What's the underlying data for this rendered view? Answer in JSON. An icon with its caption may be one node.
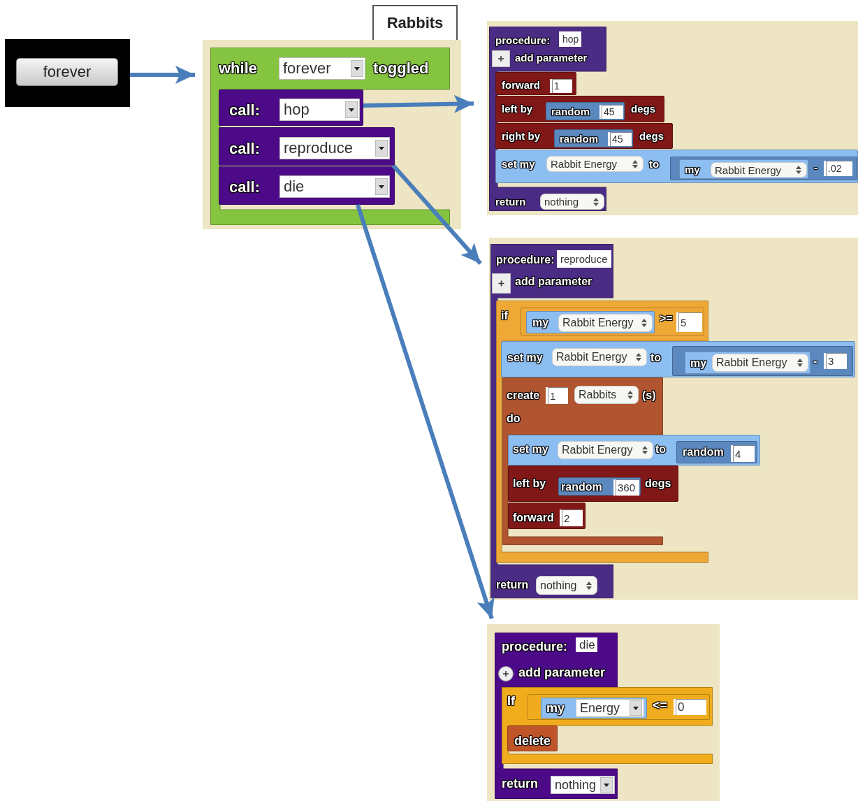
{
  "diagram": {
    "nodes": [
      {
        "text": [
          "forever"
        ]
      },
      {
        "text": [
          "Rabbits"
        ]
      },
      {
        "text": [
          "while",
          "forever",
          "toggled"
        ]
      },
      {
        "text": [
          "call:",
          "hop"
        ],
        "in": 2
      },
      {
        "text": [
          "call:",
          "reproduce"
        ],
        "in": 2
      },
      {
        "text": [
          "call:",
          "die"
        ],
        "in": 2
      },
      {
        "text": [
          "procedure:",
          "hop",
          "add parameter",
          "return",
          "nothing"
        ]
      },
      {
        "text": [
          "forward",
          "1"
        ],
        "in": 6
      },
      {
        "text": [
          "left by",
          "degs"
        ]
      },
      {
        "text": [
          "random",
          "45"
        ],
        "in": 8
      },
      {
        "text": [
          "right by",
          "degs"
        ]
      },
      {
        "text": [
          "random",
          "45"
        ],
        "in": 10
      },
      {
        "text": [
          "set my",
          "Rabbit Energy",
          "to"
        ]
      },
      {
        "text": [
          "-",
          ".02"
        ],
        "in": 12
      },
      {
        "text": [
          "my",
          "Rabbit Energy"
        ],
        "in": 13
      },
      {
        "text": [
          "procedure:",
          "reproduce",
          "add parameter",
          "return",
          "nothing"
        ]
      },
      {
        "text": [
          "if"
        ]
      },
      {
        "text": [
          ">=",
          "5"
        ],
        "in": 16
      },
      {
        "text": [
          "my",
          "Rabbit Energy"
        ],
        "in": 17
      },
      {
        "text": [
          "set my",
          "Rabbit Energy",
          "to"
        ]
      },
      {
        "text": [
          "-",
          "3"
        ],
        "in": 19
      },
      {
        "text": [
          "my",
          "Rabbit Energy"
        ],
        "in": 20
      },
      {
        "text": [
          "create",
          "1",
          "Rabbits",
          "(s)",
          "do"
        ],
        "in": 16
      },
      {
        "text": [
          "set my",
          "Rabbit Energy",
          "to"
        ]
      },
      {
        "text": [
          "random",
          "4"
        ],
        "in": 23
      },
      {
        "text": [
          "left by",
          "degs"
        ],
        "in": 22
      },
      {
        "text": [
          "random",
          "360"
        ],
        "in": 25
      },
      {
        "text": [
          "forward",
          "2"
        ],
        "in": 22
      },
      {
        "text": [
          "procedure:",
          "die",
          "add parameter",
          "return",
          "nothing"
        ]
      },
      {
        "text": [
          "If"
        ]
      },
      {
        "text": [
          "<=",
          "0"
        ],
        "in": 29
      },
      {
        "text": [
          "my",
          "Energy"
        ],
        "in": 30
      },
      {
        "text": [
          "delete"
        ],
        "in": 29
      }
    ],
    "edges": [
      {
        "from": 0,
        "to": 2,
        "arrow": "to"
      },
      {
        "from": 3,
        "to": 6,
        "arrow": "to"
      },
      {
        "from": 4,
        "to": 15,
        "arrow": "to"
      },
      {
        "from": 5,
        "to": 28,
        "arrow": "to"
      }
    ]
  }
}
